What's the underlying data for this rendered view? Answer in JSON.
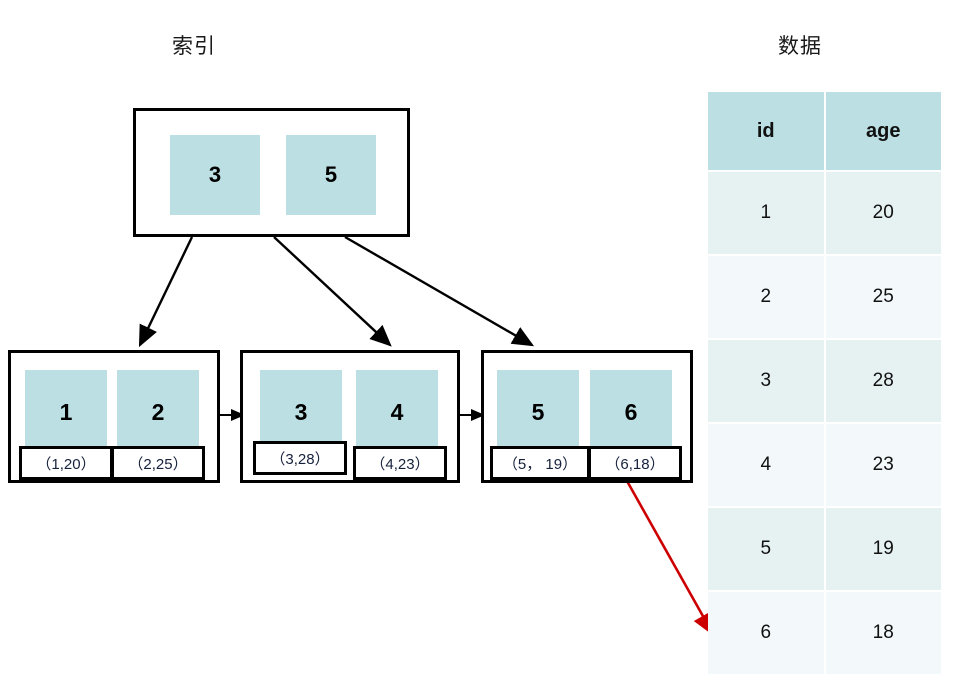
{
  "titles": {
    "index": "索引",
    "data": "数据"
  },
  "index_tree": {
    "root": {
      "name": "root-node",
      "keys": [
        "3",
        "5"
      ]
    },
    "leaves": [
      {
        "name": "leaf-node-1",
        "cells": [
          {
            "key": "1",
            "payload": "（1,20）"
          },
          {
            "key": "2",
            "payload": "（2,25）"
          }
        ]
      },
      {
        "name": "leaf-node-2",
        "cells": [
          {
            "key": "3",
            "payload": "（3,28）"
          },
          {
            "key": "4",
            "payload": "（4,23）"
          }
        ]
      },
      {
        "name": "leaf-node-3",
        "cells": [
          {
            "key": "5",
            "payload": "（5， 19）"
          },
          {
            "key": "6",
            "payload": "（6,18）"
          }
        ]
      }
    ]
  },
  "data_table": {
    "columns": [
      "id",
      "age"
    ],
    "rows": [
      [
        "1",
        "20"
      ],
      [
        "2",
        "25"
      ],
      [
        "3",
        "28"
      ],
      [
        "4",
        "23"
      ],
      [
        "5",
        "19"
      ],
      [
        "6",
        "18"
      ]
    ]
  },
  "colors": {
    "cell_teal": "#bbdfe3",
    "row_tint_dark": "#e6f1f2",
    "row_tint_light": "#f3f8fa",
    "arrow_black": "#000000",
    "arrow_red": "#cc0000",
    "payload_text": "#16213b"
  },
  "chart_data": {
    "type": "diagram",
    "title": "B+ tree index pointing at row data",
    "index_keys_root": [
      "3",
      "5"
    ],
    "index_keys_leaves": [
      "1",
      "2",
      "3",
      "4",
      "5",
      "6"
    ],
    "leaf_payloads": [
      "（1,20）",
      "（2,25）",
      "（3,28）",
      "（4,23）",
      "（5， 19）",
      "（6,18）"
    ],
    "table_columns": [
      "id",
      "age"
    ],
    "table_rows": [
      [
        "1",
        "20"
      ],
      [
        "2",
        "25"
      ],
      [
        "3",
        "28"
      ],
      [
        "4",
        "23"
      ],
      [
        "5",
        "19"
      ],
      [
        "6",
        "18"
      ]
    ],
    "red_pointer_from": "（6,18）",
    "red_pointer_to": "row id=6"
  }
}
